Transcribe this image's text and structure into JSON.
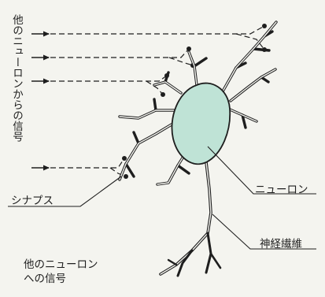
{
  "labels": {
    "input_signal": "他のニューロンからの信号",
    "synapse": "シナプス",
    "neuron": "ニューロン",
    "nerve_fiber": "神経繊維",
    "output_line1": "他のニューロン",
    "output_line2": "への信号"
  },
  "colors": {
    "background": "#f4f4ef",
    "cell_body": "#bfe3d6",
    "ink": "#1e1e1e"
  }
}
